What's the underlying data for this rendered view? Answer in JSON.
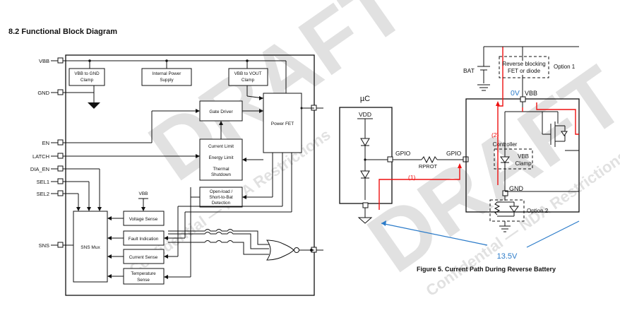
{
  "section_title": "8.2   Functional Block Diagram",
  "block_diagram": {
    "pins": {
      "vbb": "VBB",
      "gnd": "GND",
      "en": "EN",
      "latch": "LATCH",
      "dia_en": "DIA_EN",
      "sel1": "SEL1",
      "sel2": "SEL2",
      "sns": "SNS"
    },
    "blocks": {
      "vbb_gnd_clamp": [
        "VBB to GND",
        "Clamp"
      ],
      "internal_power": [
        "Internal Power",
        "Supply"
      ],
      "vbb_vout_clamp": [
        "VBB to VOUT",
        "Clamp"
      ],
      "gate_driver": "Gate Driver",
      "power_fet": "Power FET",
      "current_limit": "Current Limit",
      "energy_limit": "Energy Limit",
      "thermal_shutdown": [
        "Thermal",
        "Shutdown"
      ],
      "open_load": [
        "Open-load /",
        "Short-to-Bat",
        "Detection"
      ],
      "voltage_sense": "Voltage Sense",
      "fault_indication": "Fault Indication",
      "current_sense": "Current Sense",
      "temperature_sense": [
        "Temperature",
        "Sense"
      ],
      "sns_mux": "SNS Mux"
    },
    "vbb_label": "VBB"
  },
  "figure5": {
    "uc": "µC",
    "vdd": "VDD",
    "gpio_uc": "GPIO",
    "gpio_ctrl": "GPIO",
    "rprot": "RPROT",
    "path1": "(1)",
    "path2": "(2)",
    "bat": "BAT",
    "reverse_block": [
      "Reverse blocking",
      "FET or diode"
    ],
    "option1": "Option 1",
    "zero_v": "0V",
    "vbb": "VBB",
    "controller": "Controller",
    "vbb_clamp": [
      "VBB",
      "Clamp"
    ],
    "gnd": "GND",
    "option2": "Option 2",
    "voltage": "13.5V",
    "caption": "Figure 5.  Current Path During Reverse Battery"
  },
  "watermark": {
    "big": "DRAFT",
    "small": "Confidential — NDA Restrictions"
  },
  "colors": {
    "red_path": "#e11111",
    "blue_annotation": "#2b7bc9",
    "watermark": "#c9c9c9"
  }
}
